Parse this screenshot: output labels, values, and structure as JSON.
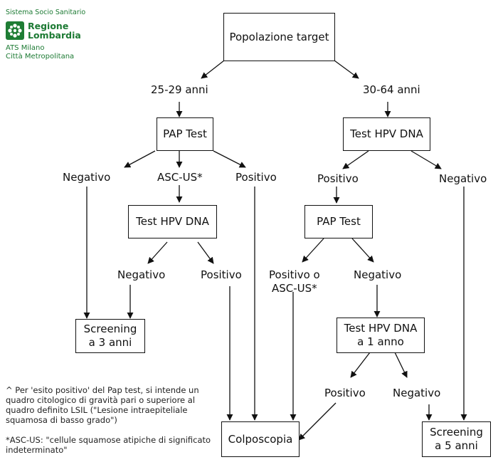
{
  "logo": {
    "system": "Sistema Socio Sanitario",
    "region_line1": "Regione",
    "region_line2": "Lombardia",
    "ats_line1": "ATS Milano",
    "ats_line2": "Città Metropolitana"
  },
  "nodes": {
    "target": "Popolazione target",
    "age_25_29": "25-29 anni",
    "age_30_64": "30-64 anni",
    "pap_left": "PAP Test",
    "hpv_right": "Test HPV DNA",
    "neg_left": "Negativo",
    "ascus_left": "ASC-US*",
    "pos_left": "Positivo",
    "pos_right": "Positivo",
    "neg_right": "Negativo",
    "hpv_left": "Test HPV DNA",
    "pap_right": "PAP Test",
    "hpv_left_neg": "Negativo",
    "hpv_left_pos": "Positivo",
    "pap_right_pos_line1": "Positivo o",
    "pap_right_pos_line2": "ASC-US*",
    "pap_right_neg": "Negativo",
    "screen3_line1": "Screening",
    "screen3_line2": "a 3 anni",
    "hpv1y_line1": "Test HPV DNA",
    "hpv1y_line2": "a 1 anno",
    "hpv1y_pos": "Positivo",
    "hpv1y_neg": "Negativo",
    "colposcopia": "Colposcopia",
    "screen5_line1": "Screening",
    "screen5_line2": "a 5 anni"
  },
  "notes": {
    "pap_line1": "^ Per 'esito positivo' del Pap test, si intende un",
    "pap_line2": "quadro citologico di gravità pari o superiore al",
    "pap_line3": "quadro definito LSIL (\"Lesione intraepiteliale",
    "pap_line4": "squamosa di basso grado\")",
    "ascus_line1": "*ASC-US: \"cellule squamose atipiche di significato",
    "ascus_line2": "indeterminato\""
  }
}
